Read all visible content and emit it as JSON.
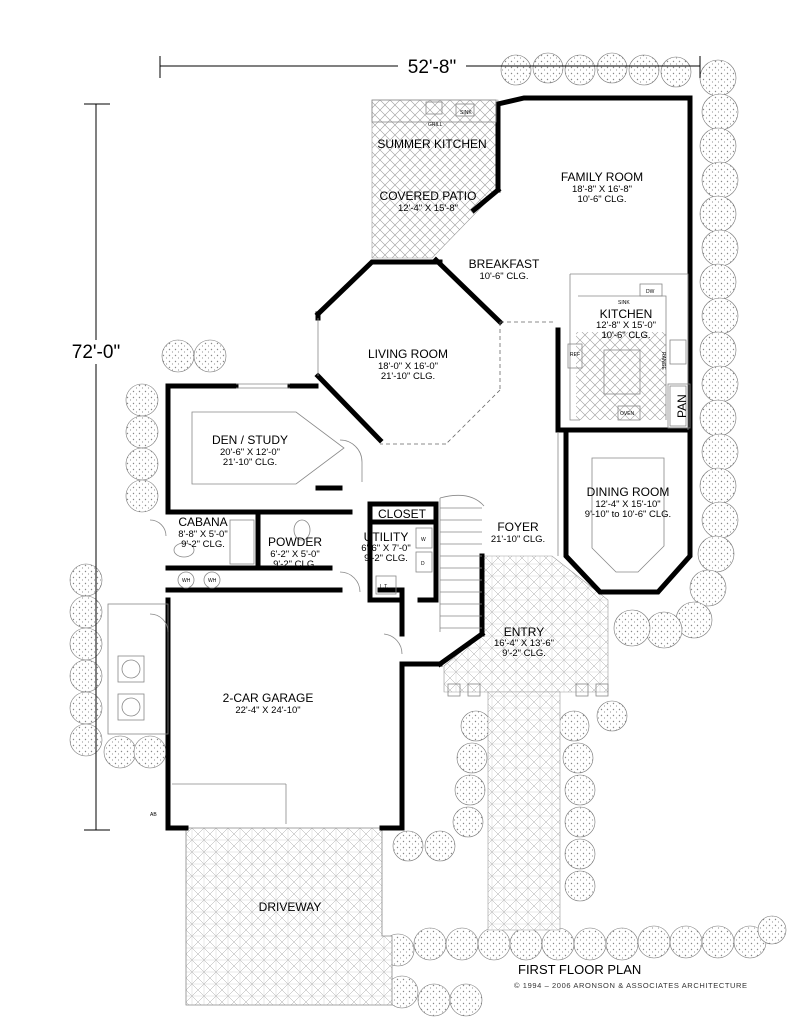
{
  "dimensions": {
    "width": "52'-8\"",
    "depth": "72'-0\""
  },
  "rooms": [
    {
      "key": "summer_kitchen",
      "name": "SUMMER KITCHEN",
      "size": "",
      "clg": ""
    },
    {
      "key": "covered_patio",
      "name": "COVERED PATIO",
      "size": "12'-4\" X 15'-8\"",
      "clg": ""
    },
    {
      "key": "family_room",
      "name": "FAMILY ROOM",
      "size": "18'-8\" X 16'-8\"",
      "clg": "10'-6\" CLG."
    },
    {
      "key": "breakfast",
      "name": "BREAKFAST",
      "size": "10'-6\" CLG.",
      "clg": ""
    },
    {
      "key": "kitchen",
      "name": "KITCHEN",
      "size": "12'-8\" X 15'-0\"",
      "clg": "10'-6\" CLG."
    },
    {
      "key": "living_room",
      "name": "LIVING ROOM",
      "size": "18'-0\" X 16'-0\"",
      "clg": "21'-10\" CLG."
    },
    {
      "key": "den_study",
      "name": "DEN / STUDY",
      "size": "20'-6\" X 12'-0\"",
      "clg": "21'-10\" CLG."
    },
    {
      "key": "dining_room",
      "name": "DINING ROOM",
      "size": "12'-4\" X 15'-10\"",
      "clg": "9'-10\" to 10'-6\" CLG."
    },
    {
      "key": "closet",
      "name": "CLOSET",
      "size": "",
      "clg": ""
    },
    {
      "key": "cabana",
      "name": "CABANA",
      "size": "8'-8\" X 5'-0\"",
      "clg": "9'-2\" CLG."
    },
    {
      "key": "powder",
      "name": "POWDER",
      "size": "6'-2\" X 5'-0\"",
      "clg": "9'-2\" CLG."
    },
    {
      "key": "utility",
      "name": "UTILITY",
      "size": "6'-6\" X 7'-0\"",
      "clg": "9'-2\" CLG."
    },
    {
      "key": "foyer",
      "name": "FOYER",
      "size": "21'-10\" CLG.",
      "clg": ""
    },
    {
      "key": "entry",
      "name": "ENTRY",
      "size": "16'-4\" X 13'-6\"",
      "clg": "9'-2\" CLG."
    },
    {
      "key": "garage",
      "name": "2-CAR GARAGE",
      "size": "22'-4\" X 24'-10\"",
      "clg": ""
    },
    {
      "key": "driveway",
      "name": "DRIVEWAY",
      "size": "",
      "clg": ""
    }
  ],
  "fixtures": {
    "grill": "GRILL",
    "sink_patio": "SINK",
    "sink_kitchen": "SINK",
    "dw": "DW",
    "ref": "REF",
    "range": "RANGE",
    "oven": "OVEN",
    "pan": "PAN",
    "wh1": "WH",
    "wh2": "WH",
    "w": "W",
    "d": "D",
    "lt": "L.T.",
    "ab": "AB"
  },
  "footer": {
    "title": "FIRST FLOOR PLAN",
    "copyright": "© 1994 – 2006 ARONSON & ASSOCIATES ARCHITECTURE"
  }
}
